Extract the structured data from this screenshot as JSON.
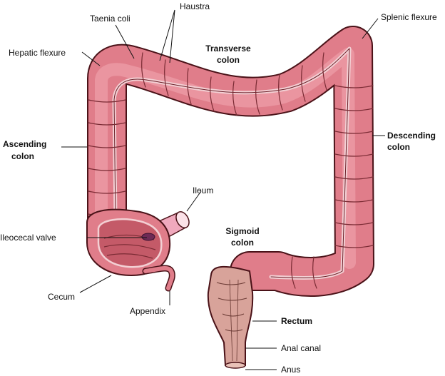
{
  "colors": {
    "colon_fill": "#e07d8a",
    "colon_light": "#f2a9b2",
    "colon_dark": "#b84d5c",
    "outline": "#4a1218",
    "taenia": "#f3d0d4",
    "rectum_fill": "#d8a39a",
    "ileum_fill": "#f0a9bd"
  },
  "labels": {
    "haustra": "Haustra",
    "taenia_coli": "Taenia coli",
    "splenic_flexure": "Splenic flexure",
    "hepatic_flexure": "Hepatic flexure",
    "transverse_colon": [
      "Transverse",
      "colon"
    ],
    "ascending_colon": [
      "Ascending",
      "colon"
    ],
    "descending_colon": [
      "Descending",
      "colon"
    ],
    "ileum": "Ileum",
    "ileocecal_valve": "Ileocecal valve",
    "sigmoid_colon": [
      "Sigmoid",
      "colon"
    ],
    "cecum": "Cecum",
    "appendix": "Appendix",
    "rectum": "Rectum",
    "anal_canal": "Anal canal",
    "anus": "Anus"
  }
}
